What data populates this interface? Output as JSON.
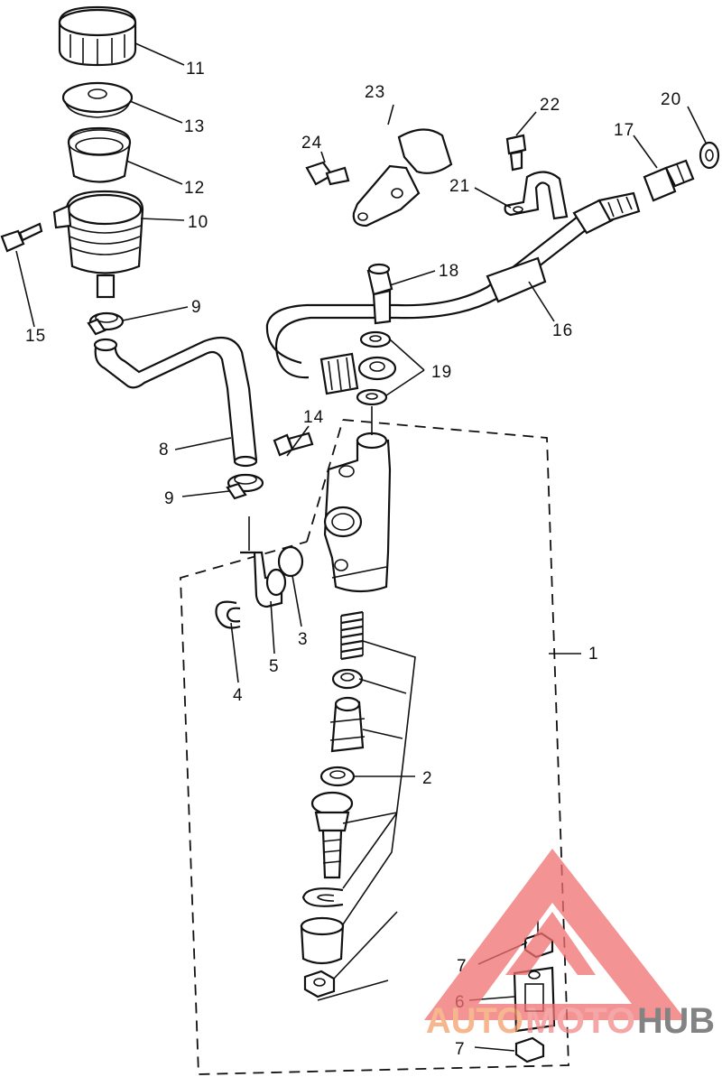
{
  "diagram": {
    "labels": [
      {
        "id": "11",
        "text": "11"
      },
      {
        "id": "13",
        "text": "13"
      },
      {
        "id": "12",
        "text": "12"
      },
      {
        "id": "10",
        "text": "10"
      },
      {
        "id": "15",
        "text": "15"
      },
      {
        "id": "9a",
        "text": "9"
      },
      {
        "id": "8",
        "text": "8"
      },
      {
        "id": "9b",
        "text": "9"
      },
      {
        "id": "14",
        "text": "14"
      },
      {
        "id": "23",
        "text": "23"
      },
      {
        "id": "24",
        "text": "24"
      },
      {
        "id": "22",
        "text": "22"
      },
      {
        "id": "21",
        "text": "21"
      },
      {
        "id": "17",
        "text": "17"
      },
      {
        "id": "20",
        "text": "20"
      },
      {
        "id": "18",
        "text": "18"
      },
      {
        "id": "16",
        "text": "16"
      },
      {
        "id": "19",
        "text": "19"
      },
      {
        "id": "1",
        "text": "1"
      },
      {
        "id": "3",
        "text": "3"
      },
      {
        "id": "5",
        "text": "5"
      },
      {
        "id": "4",
        "text": "4"
      },
      {
        "id": "2",
        "text": "2"
      },
      {
        "id": "7a",
        "text": "7"
      },
      {
        "id": "6",
        "text": "6"
      },
      {
        "id": "7b",
        "text": "7"
      }
    ]
  },
  "watermark": {
    "word_a": "AUTO",
    "word_b": "MOTO",
    "word_c": "HUB",
    "color_a": "#f4a06a",
    "color_b": "#f28a8a",
    "color_c": "#5a5a5a",
    "triangle_color": "#f07070"
  }
}
